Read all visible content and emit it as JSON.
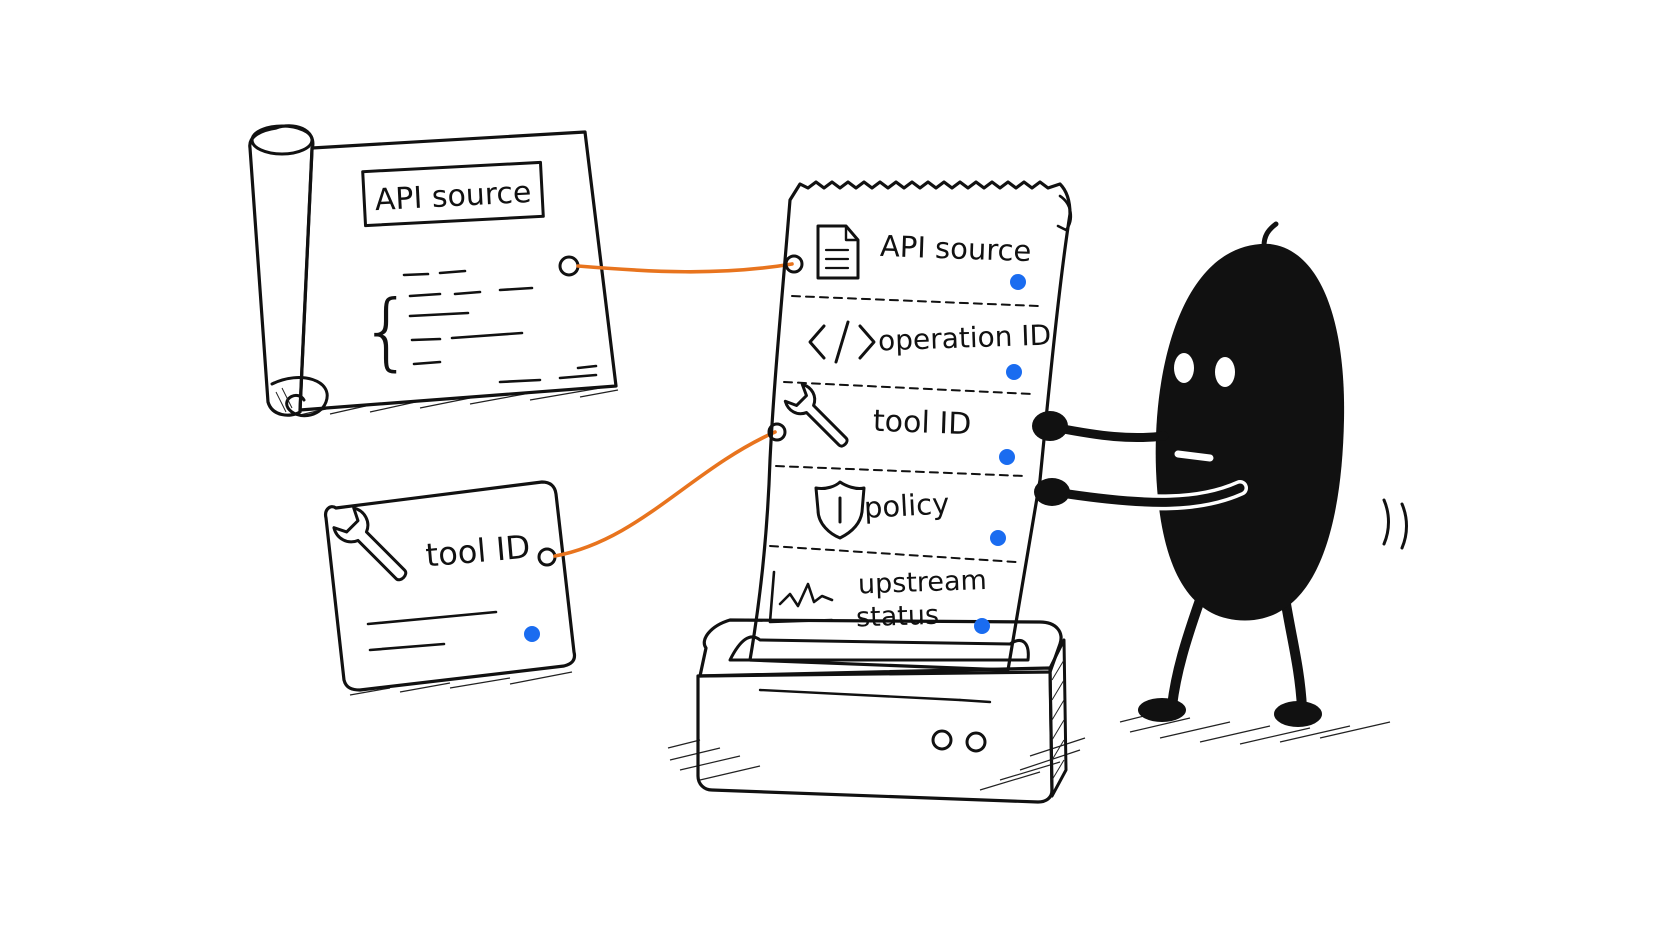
{
  "spec_sheet": {
    "title": "API source"
  },
  "tool_card": {
    "label": "tool ID",
    "icon": "wrench-icon"
  },
  "receipt": {
    "rows": [
      {
        "label": "API source",
        "icon": "document-icon"
      },
      {
        "label": "operation ID",
        "icon": "code-brackets-icon"
      },
      {
        "label": "tool ID",
        "icon": "wrench-icon"
      },
      {
        "label": "policy",
        "icon": "shield-icon"
      },
      {
        "label_line1": "upstream",
        "label_line2": "status",
        "icon": "activity-chart-icon"
      }
    ]
  },
  "colors": {
    "ink": "#111111",
    "link": "#e8741e",
    "status_dot": "#1a6cf0",
    "background": "#ffffff"
  }
}
